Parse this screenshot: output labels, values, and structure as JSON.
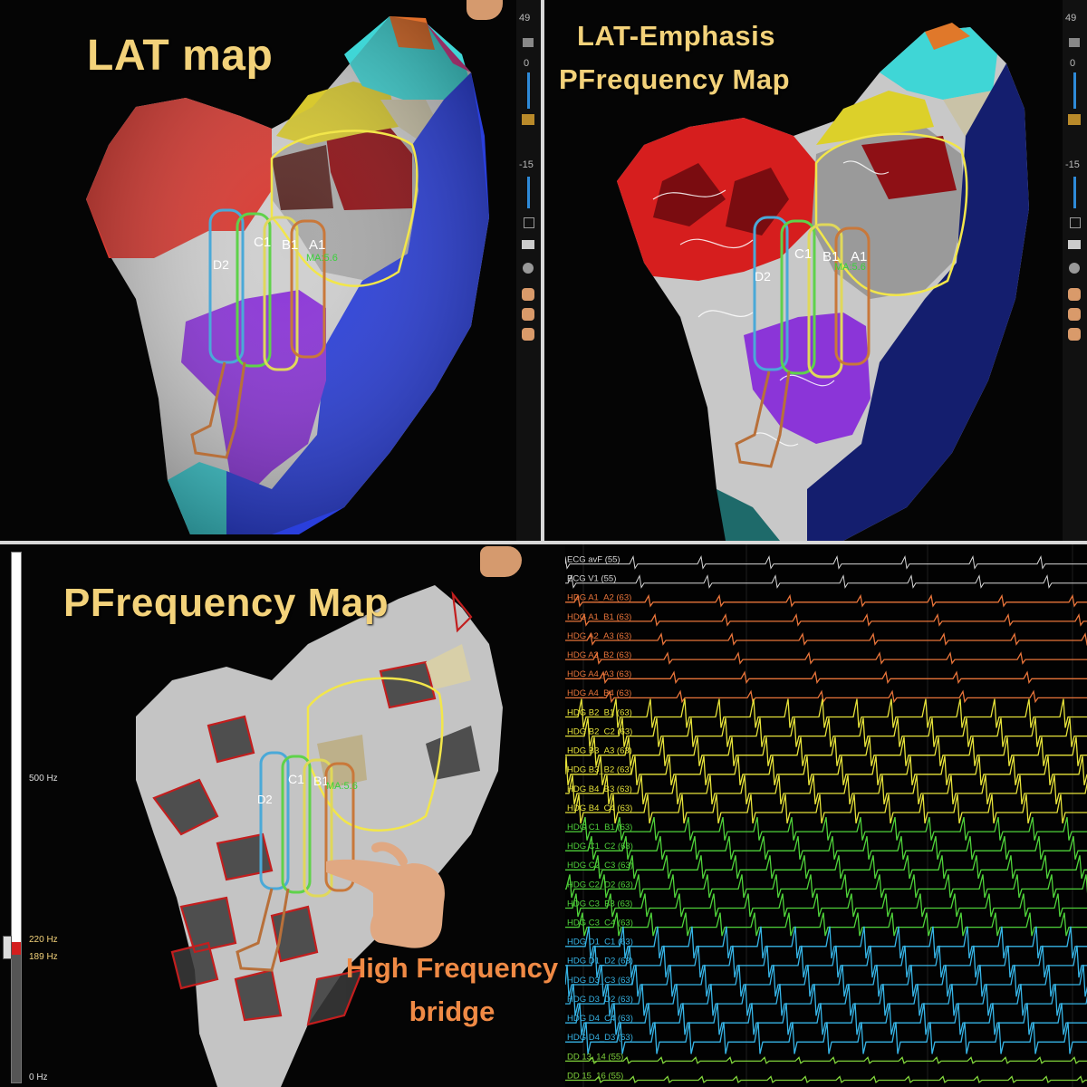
{
  "panels": {
    "lat": {
      "title": "LAT map",
      "sidebar_numbers": [
        "49",
        "0",
        "-15"
      ]
    },
    "emphasis": {
      "title_line1": "LAT-Emphasis",
      "title_line2": "PFrequency Map",
      "sidebar_numbers": [
        "49",
        "0",
        "-15"
      ]
    },
    "pfreq": {
      "title": "PFrequency Map",
      "annotation_line1": "High Frequency",
      "annotation_line2": "bridge",
      "scale": {
        "top_label": "500 Hz",
        "upper_threshold": "220 Hz",
        "lower_threshold": "189 Hz",
        "bottom_label": "0 Hz"
      }
    },
    "catheter_labels": {
      "c1": "C1",
      "b1": "B1",
      "a1": "A1",
      "d2": "D2",
      "ma": "MA:5.6"
    },
    "egm": {
      "channels": [
        {
          "label": "ECG avF (55)",
          "color": "#d8d8d8"
        },
        {
          "label": "ECG V1 (55)",
          "color": "#d8d8d8"
        },
        {
          "label": "HDG A1_A2 (63)",
          "color": "#e8743a"
        },
        {
          "label": "HDG A1_B1 (63)",
          "color": "#e8743a"
        },
        {
          "label": "HDG A2_A3 (63)",
          "color": "#e8743a"
        },
        {
          "label": "HDG A2_B2 (63)",
          "color": "#e8743a"
        },
        {
          "label": "HDG A4_A3 (63)",
          "color": "#e8743a"
        },
        {
          "label": "HDG A4_B4 (63)",
          "color": "#e8743a"
        },
        {
          "label": "HDG B2_B1 (63)",
          "color": "#e6e23a"
        },
        {
          "label": "HDG B2_C2 (63)",
          "color": "#e6e23a"
        },
        {
          "label": "HDG B3_A3 (63)",
          "color": "#e6e23a"
        },
        {
          "label": "HDG B3_B2 (63)",
          "color": "#e6e23a"
        },
        {
          "label": "HDG B4_B3 (63)",
          "color": "#e6e23a"
        },
        {
          "label": "HDG B4_C4 (63)",
          "color": "#e6e23a"
        },
        {
          "label": "HDG C1_B1 (63)",
          "color": "#4fd23a"
        },
        {
          "label": "HDG C1_C2 (63)",
          "color": "#4fd23a"
        },
        {
          "label": "HDG C2_C3 (63)",
          "color": "#4fd23a"
        },
        {
          "label": "HDG C2_D2 (63)",
          "color": "#4fd23a"
        },
        {
          "label": "HDG C3_B3 (63)",
          "color": "#4fd23a"
        },
        {
          "label": "HDG C3_C4 (63)",
          "color": "#4fd23a"
        },
        {
          "label": "HDG D1_C1 (63)",
          "color": "#36b4e6"
        },
        {
          "label": "HDG D1_D2 (63)",
          "color": "#36b4e6"
        },
        {
          "label": "HDG D3_C3 (63)",
          "color": "#36b4e6"
        },
        {
          "label": "HDG D3_D2 (63)",
          "color": "#36b4e6"
        },
        {
          "label": "HDG D4_C4 (63)",
          "color": "#36b4e6"
        },
        {
          "label": "HDG D4_D3 (63)",
          "color": "#36b4e6"
        },
        {
          "label": "DD 13_14 (55)",
          "color": "#7fd23a"
        },
        {
          "label": "DD 15_16 (55)",
          "color": "#7fd23a"
        }
      ]
    }
  },
  "colors": {
    "title_yellow": "#f3d27a",
    "annotation_orange": "#f08a45",
    "boundary_yellow": "#f2e64a"
  }
}
